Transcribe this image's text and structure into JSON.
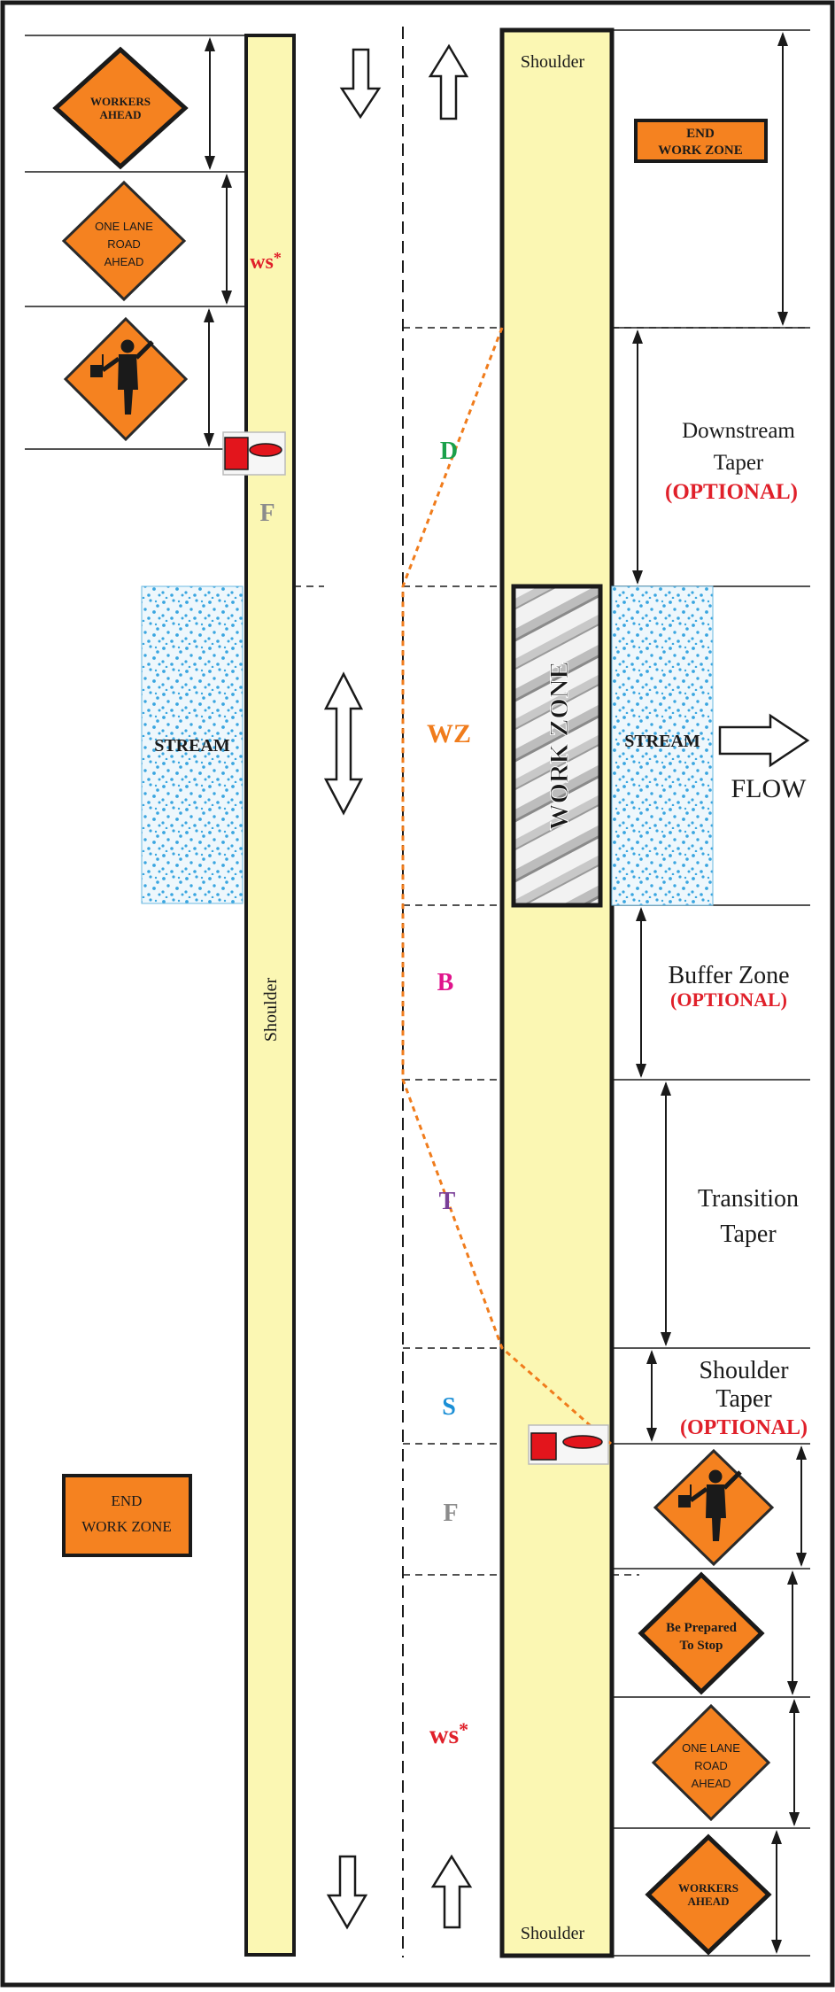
{
  "shoulder_label": "Shoulder",
  "work_zone_label": "WORK ZONE",
  "stream_label": "STREAM",
  "flow_label": "FLOW",
  "end_work_zone_line1": "END",
  "end_work_zone_line2": "WORK ZONE",
  "signs": {
    "workers_ahead": [
      "WORKERS",
      "AHEAD"
    ],
    "one_lane_road_ahead": [
      "ONE LANE",
      "ROAD",
      "AHEAD"
    ],
    "be_prepared_to_stop": [
      "Be Prepared",
      "To Stop"
    ]
  },
  "zones": {
    "ws": "ws",
    "ws_star": "*",
    "f": "F",
    "d": "D",
    "wz": "WZ",
    "b": "B",
    "t": "T",
    "s": "S"
  },
  "notes": {
    "downstream_taper_1": "Downstream",
    "downstream_taper_2": "Taper",
    "buffer_zone": "Buffer Zone",
    "transition_taper_1": "Transition",
    "transition_taper_2": "Taper",
    "shoulder_taper_1": "Shoulder",
    "shoulder_taper_2": "Taper",
    "optional": "(OPTIONAL)"
  },
  "colors": {
    "shoulder_fill": "#fbf7b3",
    "sign_orange": "#f58220",
    "stream_dots": "#3aa6e0",
    "zone_ws": "#e0202a",
    "zone_f": "#8c8c8c",
    "zone_d": "#1aa04a",
    "zone_wz": "#f07c1c",
    "zone_b": "#e0148c",
    "zone_t": "#7a3f98",
    "zone_s": "#1b8fd6",
    "optional_red": "#e0202a",
    "taper_line": "#f07c1c"
  }
}
